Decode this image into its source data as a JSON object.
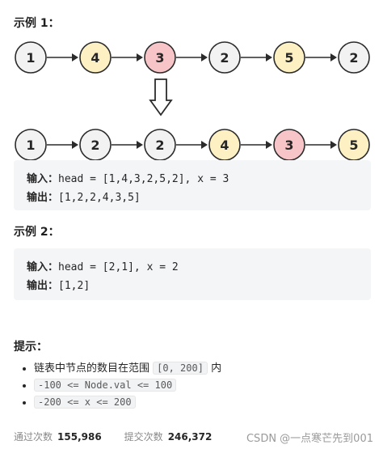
{
  "example1": {
    "heading": "示例 1：",
    "list_before": [
      "1",
      "4",
      "3",
      "2",
      "5",
      "2"
    ],
    "list_after": [
      "1",
      "2",
      "2",
      "4",
      "3",
      "5"
    ],
    "before_kinds": [
      "neutral",
      "yellow",
      "red",
      "neutral",
      "yellow",
      "neutral"
    ],
    "after_kinds": [
      "neutral",
      "neutral",
      "neutral",
      "yellow",
      "red",
      "yellow"
    ],
    "input_label": "输入：",
    "input_value": "head = [1,4,3,2,5,2], x = 3",
    "output_label": "输出：",
    "output_value": "[1,2,2,4,3,5]"
  },
  "example2": {
    "heading": "示例 2：",
    "input_label": "输入：",
    "input_value": "head = [2,1], x = 2",
    "output_label": "输出：",
    "output_value": "[1,2]"
  },
  "hints": {
    "heading": "提示：",
    "items": [
      {
        "text": "链表中节点的数目在范围 ",
        "code": "[0, 200]",
        "suffix": " 内"
      },
      {
        "text": "",
        "code": "-100 <= Node.val <= 100",
        "suffix": ""
      },
      {
        "text": "",
        "code": "-200 <= x <= 200",
        "suffix": ""
      }
    ]
  },
  "footer": {
    "accepted_label": "通过次数",
    "accepted_value": "155,986",
    "submitted_label": "提交次数",
    "submitted_value": "246,372"
  },
  "watermark": "CSDN @一点寒芒先到001",
  "colors": {
    "neutral": "#f2f2f2",
    "yellow": "#fdf0c3",
    "red": "#f7c5c8",
    "stroke": "#2b2b2b"
  }
}
